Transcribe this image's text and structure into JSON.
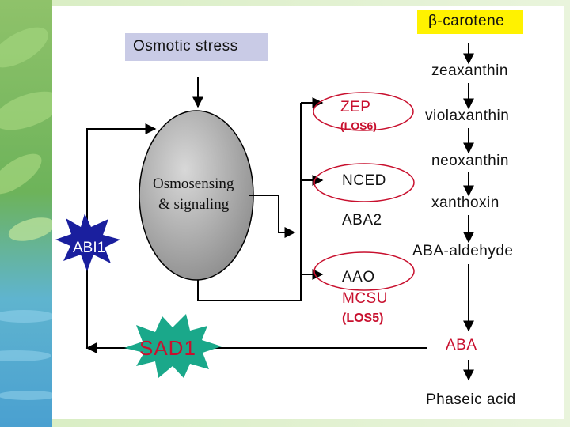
{
  "colors": {
    "start_highlight": "#fff200",
    "stress_box": "#c9cbe6",
    "gene_red": "#c8102e",
    "abi1_star": "#1a1f9e",
    "sad1_star": "#1aa88a",
    "oval_ellipse": "#c8102e"
  },
  "pathway": {
    "start": "β-carotene",
    "steps": [
      "zeaxanthin",
      "violaxanthin",
      "neoxanthin",
      "xanthoxin",
      "ABA-aldehyde"
    ],
    "aba": "ABA",
    "end": "Phaseic acid"
  },
  "stress": {
    "label": "Osmotic stress"
  },
  "sensor": {
    "line1": "Osmosensing",
    "line2": "& signaling"
  },
  "genes": {
    "zep": "ZEP",
    "zep_alias": "(LOS6)",
    "nced": "NCED",
    "aba2": "ABA2",
    "aao": "AAO",
    "mcsu": "MCSU",
    "mcsu_alias": "(LOS5)"
  },
  "regulators": {
    "abi1": "ABI1",
    "sad1": "SAD1"
  }
}
